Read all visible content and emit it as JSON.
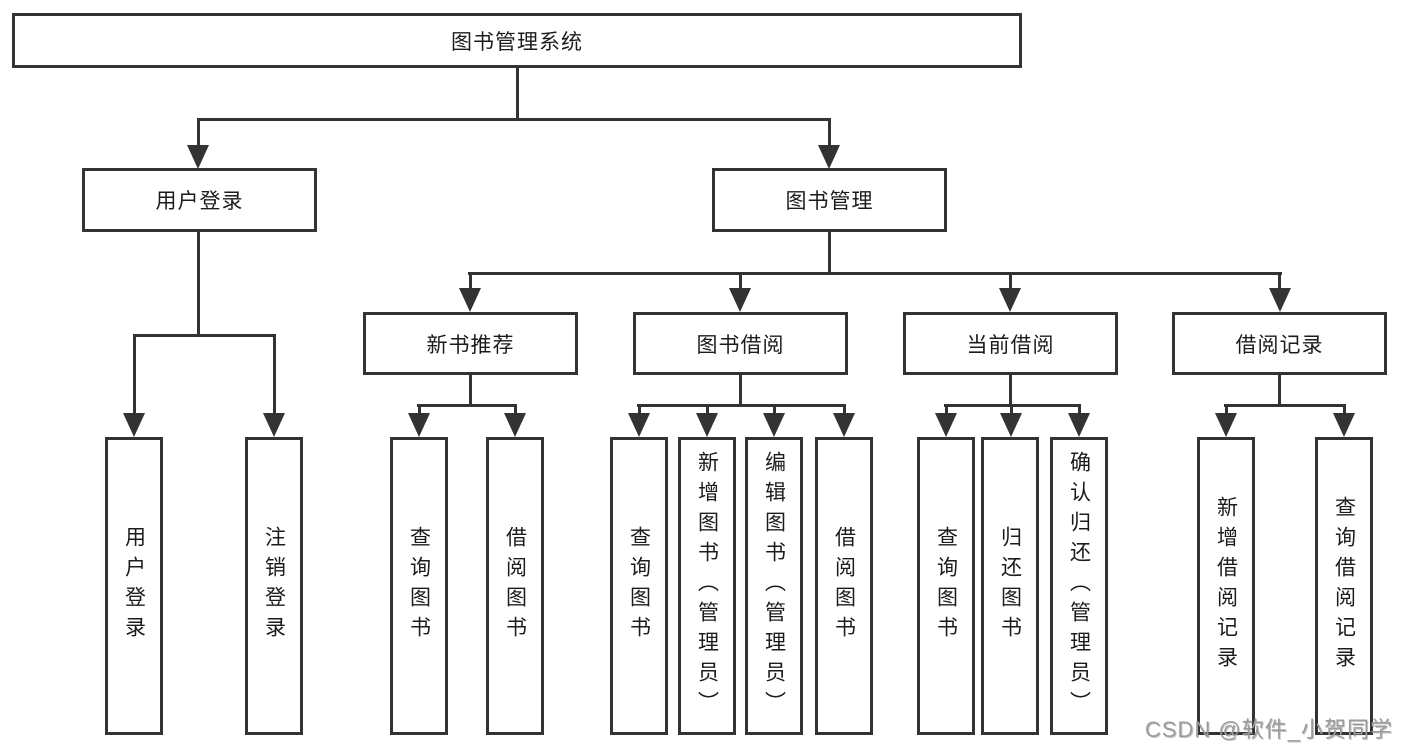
{
  "root": {
    "label": "图书管理系统"
  },
  "branches": [
    {
      "label": "用户登录",
      "children": [
        {
          "label": "用户登录"
        },
        {
          "label": "注销登录"
        }
      ]
    },
    {
      "label": "图书管理",
      "children": [
        {
          "label": "新书推荐",
          "children": [
            {
              "label": "查询图书"
            },
            {
              "label": "借阅图书"
            }
          ]
        },
        {
          "label": "图书借阅",
          "children": [
            {
              "label": "查询图书"
            },
            {
              "label": "新增图书（管理员）"
            },
            {
              "label": "编辑图书（管理员）"
            },
            {
              "label": "借阅图书"
            }
          ]
        },
        {
          "label": "当前借阅",
          "children": [
            {
              "label": "查询图书"
            },
            {
              "label": "归还图书"
            },
            {
              "label": "确认归还（管理员）"
            }
          ]
        },
        {
          "label": "借阅记录",
          "children": [
            {
              "label": "新增借阅记录"
            },
            {
              "label": "查询借阅记录"
            }
          ]
        }
      ]
    }
  ],
  "watermark": "CSDN @软件_小贺同学",
  "colors": {
    "line": "#333333",
    "text": "#1c1c1c",
    "watermark": "#9c9c9c",
    "bg": "#ffffff"
  }
}
